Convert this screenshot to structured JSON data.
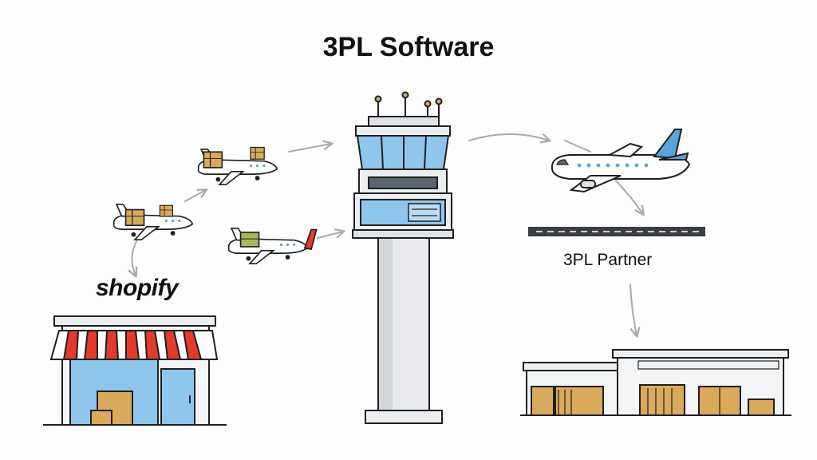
{
  "title": "3PL Software",
  "labels": {
    "store_brand": "shopify",
    "partner": "3PL Partner"
  },
  "colors": {
    "outline": "#1f1f1f",
    "glass": "#8fc6ec",
    "box": "#d9a95c",
    "awning_red": "#e23b2c",
    "plane_tail": "#5ba3db",
    "arrow": "#a9a9b0"
  }
}
